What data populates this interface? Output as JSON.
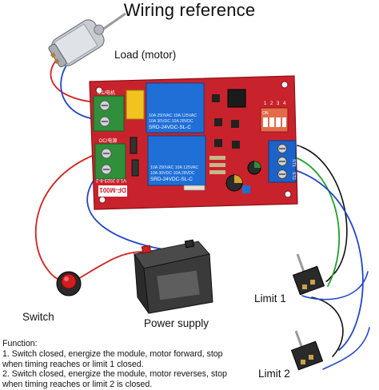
{
  "title": "Wiring reference",
  "labels": {
    "load": "Load (motor)",
    "switch": "Switch",
    "power": "Power supply",
    "limit1": "Limit 1",
    "limit2": "Limit 2"
  },
  "board": {
    "relay_text": [
      "10A 250VAC  10A 125VAC",
      "10A 30VDC   10A 28VDC",
      "SRD-24VDC-SL-C"
    ],
    "model": "DF-M001",
    "date": "V1.0  2023-8-2",
    "dip_label": "ON",
    "dip_numbers": [
      "1",
      "2",
      "3",
      "4"
    ],
    "terminal_top": "M1/电机",
    "terminal_bottom": "DC/电源",
    "right_pins": [
      "GND",
      "ST1",
      "ST2"
    ]
  },
  "function": {
    "heading": "Function:",
    "lines": [
      "1. Switch closed, energize the module, motor forward, stop",
      "when timing reaches or limit 1 closed.",
      "2. Switch closed, energize the module, motor reverses, stop",
      "when timing reaches or limit 2 is closed."
    ]
  },
  "colors": {
    "board": "#c8232c",
    "relay": "#1f6fd6",
    "terminal_green": "#2f8f3a",
    "terminal_blue": "#1c63c9",
    "wire_red": "#d42020",
    "wire_blue": "#2246c8",
    "wire_green": "#23a02b",
    "wire_black": "#111111"
  }
}
